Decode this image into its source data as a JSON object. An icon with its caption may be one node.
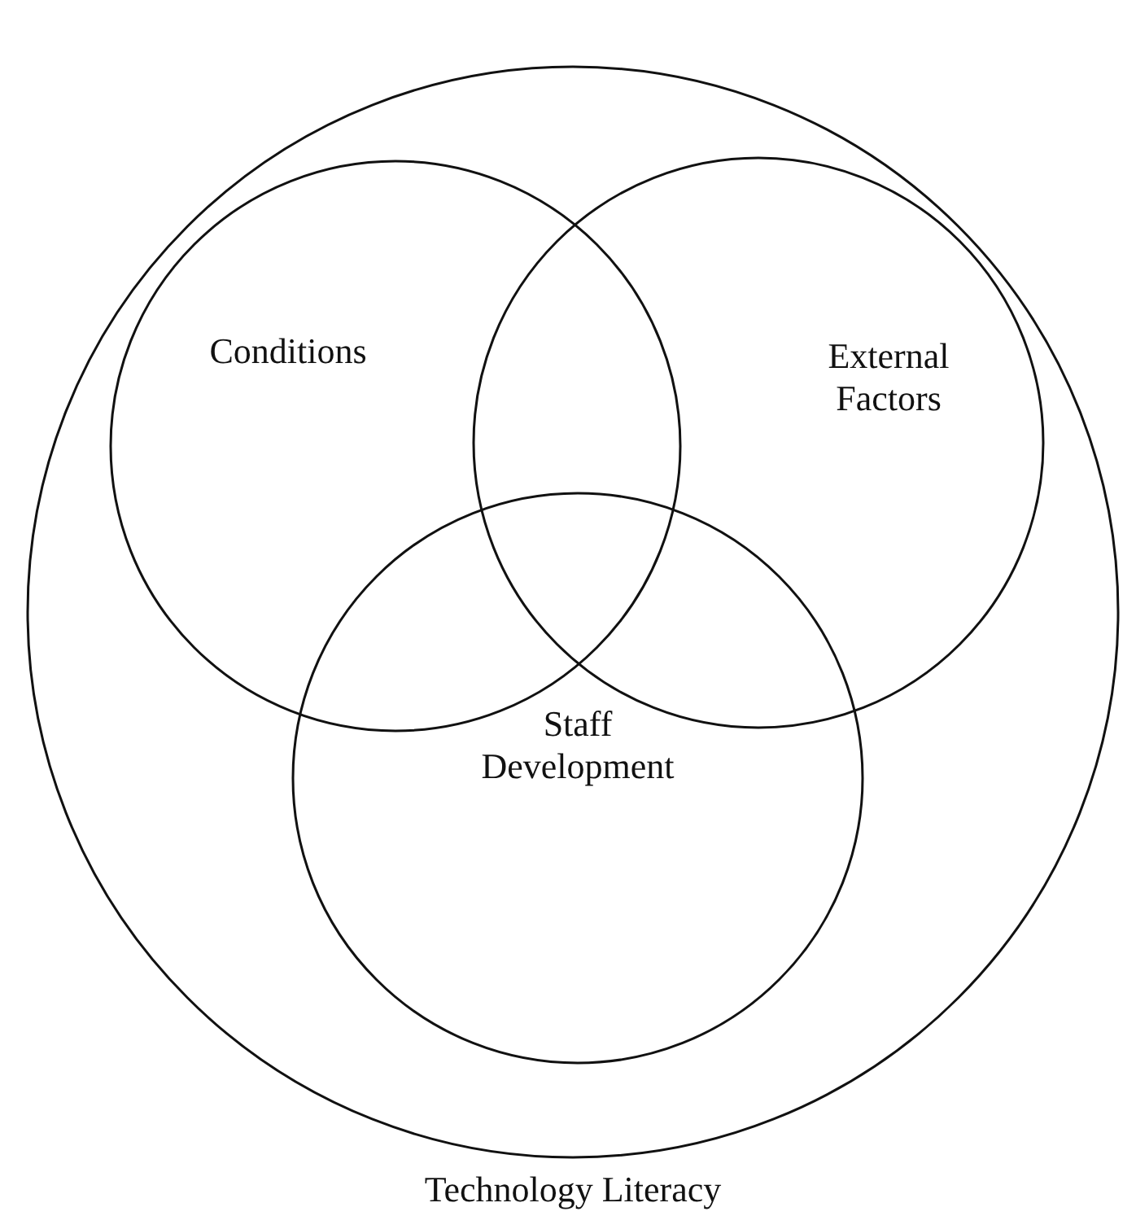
{
  "diagram": {
    "nodes": [
      {
        "text": [
          "Technology Literacy"
        ]
      },
      {
        "text": [
          "Conditions"
        ],
        "in": 0
      },
      {
        "text": [
          "External Factors"
        ],
        "in": 0
      },
      {
        "text": [
          "Staff Development"
        ],
        "in": 0
      }
    ]
  }
}
